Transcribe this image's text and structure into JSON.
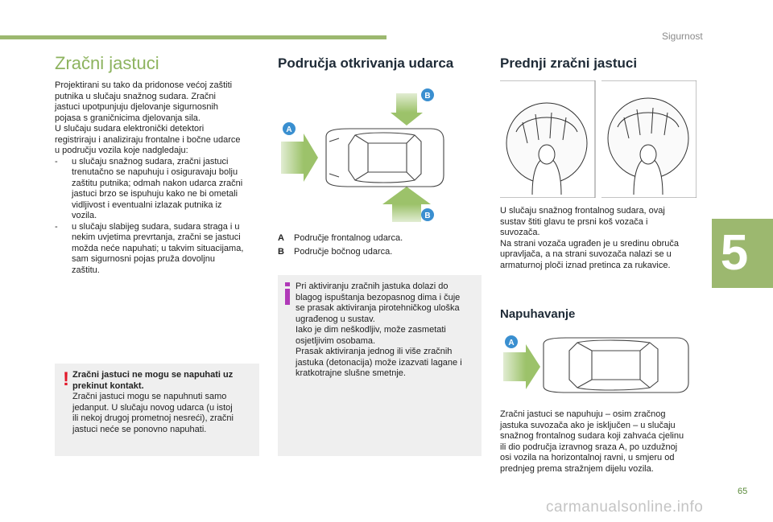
{
  "header": {
    "section_tag": "Sigurnost"
  },
  "chapter": {
    "number": "5"
  },
  "footer": {
    "page_number": "65",
    "watermark": "carmanualsonline.info"
  },
  "col1": {
    "title": "Zračni jastuci",
    "intro_lines": [
      "Projektirani su tako da pridonose većoj zaštiti",
      "putnika u slučaju snažnog sudara. Zračni",
      "jastuci upotpunjuju djelovanje sigurnosnih",
      "pojasa s graničnicima djelovanja sila.",
      "U slučaju sudara elektronički detektori",
      "registriraju i analiziraju frontalne i bočne udarce",
      "u području vozila koje nadgledaju:"
    ],
    "list": [
      [
        "u slučaju snažnog sudara, zračni jastuci",
        "trenutačno se napuhuju i osiguravaju bolju",
        "zaštitu putnika; odmah nakon udarca zračni",
        "jastuci brzo se ispuhuju kako ne bi ometali",
        "vidljivost i eventualni izlazak putnika iz",
        "vozila."
      ],
      [
        "u slučaju slabijeg sudara, sudara straga i u",
        "nekim uvjetima prevrtanja, zračni se jastuci",
        "možda neće napuhati; u takvim situacijama,",
        "sam sigurnosni pojas pruža dovoljnu",
        "zaštitu."
      ]
    ],
    "warning": {
      "icon": "warning-icon",
      "bold_lines": [
        "Zračni jastuci ne mogu se napuhati uz",
        "prekinut kontakt."
      ],
      "lines": [
        "Zračni jastuci mogu se napuhnuti samo",
        "jedanput. U slučaju novog udarca (u istoj",
        "ili nekoj drugoj prometnoj nesreći), zračni",
        "jastuci neće se ponovno napuhati."
      ]
    }
  },
  "col2": {
    "title": "Područja otkrivanja udarca",
    "figure_labels": {
      "a": "A",
      "b_top": "B",
      "b_bottom": "B"
    },
    "legend": [
      {
        "key": "A",
        "text": "Područje frontalnog udarca."
      },
      {
        "key": "B",
        "text": "Područje bočnog udarca."
      }
    ],
    "info": {
      "icon": "info-icon",
      "lines": [
        "Pri aktiviranju zračnih jastuka dolazi do",
        "blagog ispuštanja bezopasnog dima i čuje",
        "se prasak aktiviranja pirotehničkog uloška",
        "ugrađenog u sustav.",
        "Iako je dim neškodljiv, može zasmetati",
        "osjetljivim osobama.",
        "Prasak aktiviranja jednog ili više zračnih",
        "jastuka (detonacija) može izazvati lagane i",
        "kratkotrajne slušne smetnje."
      ]
    }
  },
  "col3": {
    "title": "Prednji zračni jastuci",
    "lines": [
      "U slučaju snažnog frontalnog sudara, ovaj",
      "sustav štiti glavu te prsni koš vozača i",
      "suvozača.",
      "Na strani vozača ugrađen je u sredinu obruča",
      "upravljača, a na strani suvozača nalazi se u",
      "armaturnoj ploči iznad pretinca za rukavice."
    ],
    "subtitle": "Napuhavanje",
    "figure_label": "A",
    "lines2": [
      "Zračni jastuci se napuhuju – osim zračnog",
      "jastuka suvozača ako je isključen – u slučaju",
      "snažnog frontalnog sudara koji zahvaća cjelinu",
      "ili dio područja izravnog sraza A, po uzdužnoj",
      "osi vozila na horizontalnoj ravni, u smjeru od",
      "prednjeg prema stražnjem dijelu vozila."
    ]
  },
  "colors": {
    "accent_green": "#9cb86f",
    "title_green": "#8db35e",
    "arrow_green": "#9cc26a",
    "badge_blue": "#3a8fd0",
    "warn_red": "#e2182a",
    "info_purple": "#b03ab8"
  }
}
